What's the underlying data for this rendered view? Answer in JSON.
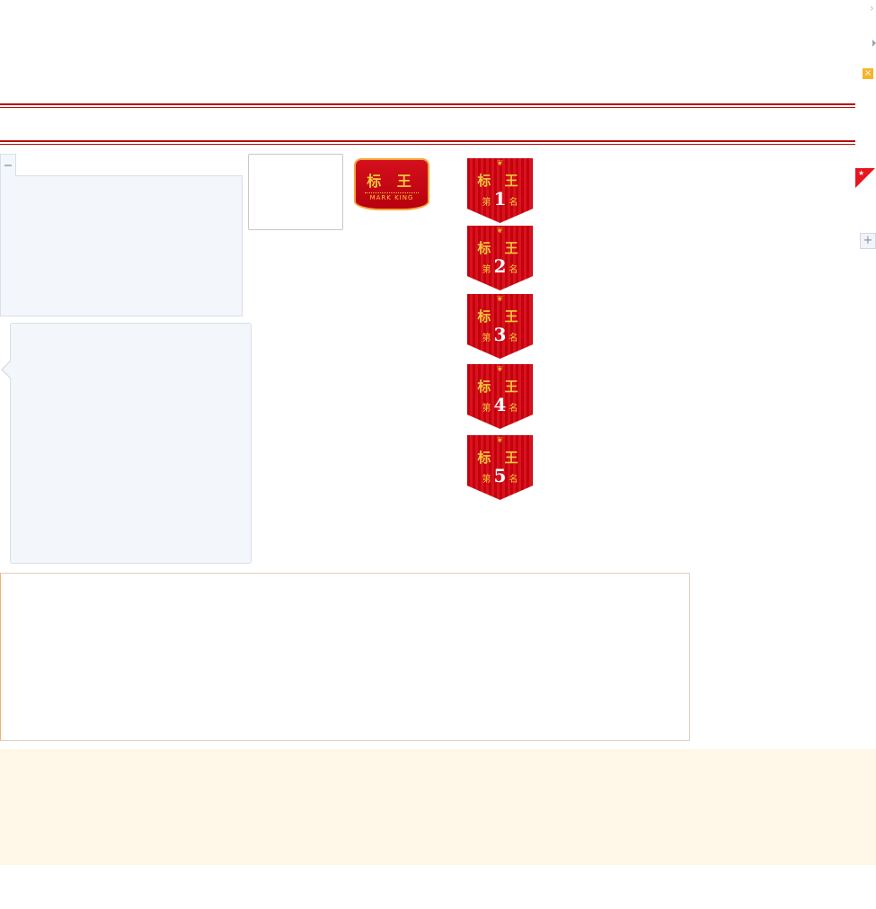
{
  "icons": [
    "chevron-right-icon",
    "triangle-right-icon",
    "close-icon",
    "star-corner-icon",
    "plus-icon",
    "minus-icon"
  ],
  "badge": {
    "title": "标 王",
    "subtitle": "MARK KING"
  },
  "ranks": [
    {
      "title": "标 王",
      "pre": "第",
      "num": "1",
      "post": "名"
    },
    {
      "title": "标 王",
      "pre": "第",
      "num": "2",
      "post": "名"
    },
    {
      "title": "标 王",
      "pre": "第",
      "num": "3",
      "post": "名"
    },
    {
      "title": "标 王",
      "pre": "第",
      "num": "4",
      "post": "名"
    },
    {
      "title": "标 王",
      "pre": "第",
      "num": "5",
      "post": "名"
    }
  ],
  "colors": {
    "red": "#b80c0c",
    "orange": "#f6b42a",
    "panel": "#f3f6fa",
    "cream": "#fff7e8"
  }
}
